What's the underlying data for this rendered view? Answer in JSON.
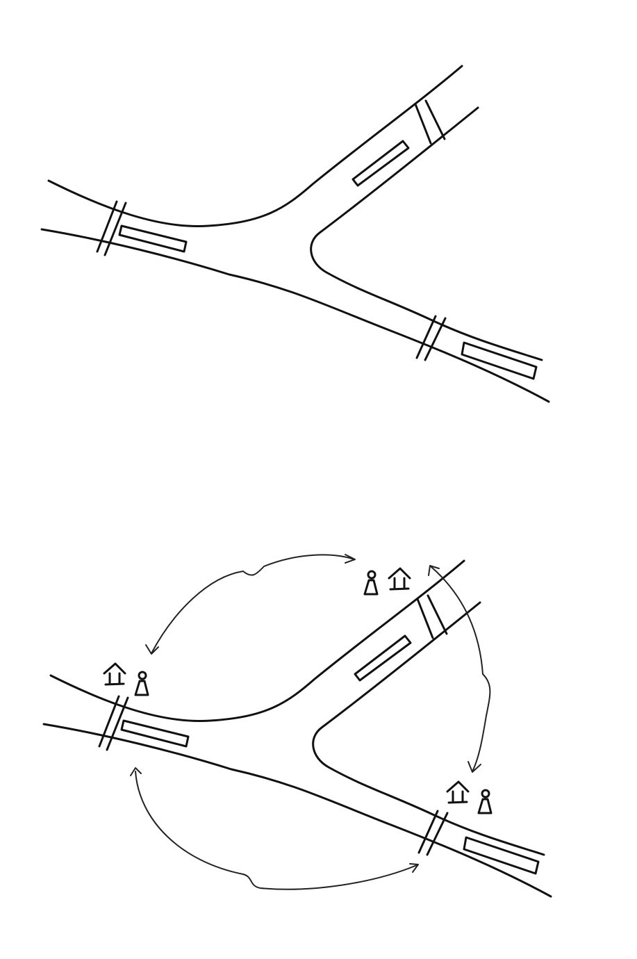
{
  "diagrams": [
    {
      "id": "road-fork-plain",
      "elements": [
        "road-edges",
        "crosswalks",
        "bus-stop-platforms"
      ]
    },
    {
      "id": "road-fork-connected",
      "elements": [
        "road-edges",
        "crosswalks",
        "bus-stop-platforms",
        "house-icon",
        "person-icon",
        "connection-arrows"
      ]
    }
  ],
  "icons": [
    "house-icon",
    "person-icon",
    "arrow-icon"
  ],
  "colors": {
    "ink": "#111111",
    "background": "#ffffff"
  }
}
